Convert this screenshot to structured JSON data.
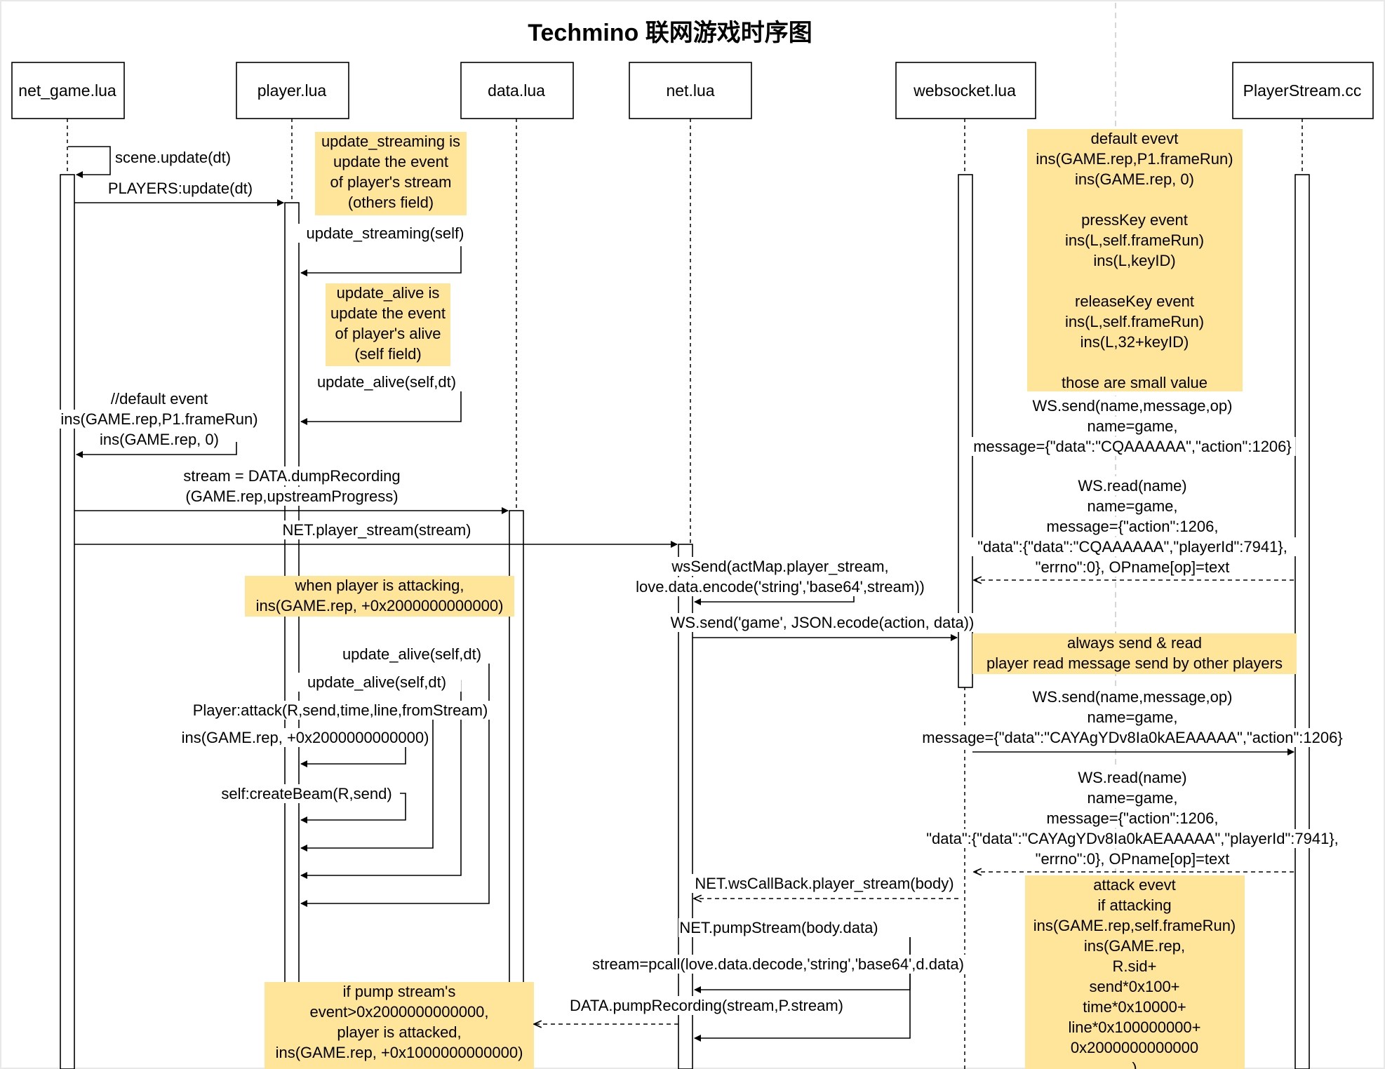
{
  "title": "Techmino 联网游戏时序图",
  "colors": {
    "note": "#FFE599",
    "line": "#000000",
    "background": "#FFFFFF"
  },
  "participants": [
    {
      "id": "p1",
      "name": "net_game.lua"
    },
    {
      "id": "p2",
      "name": "player.lua"
    },
    {
      "id": "p3",
      "name": "data.lua"
    },
    {
      "id": "p4",
      "name": "net.lua"
    },
    {
      "id": "p5",
      "name": "websocket.lua"
    },
    {
      "id": "p6",
      "name": "PlayerStream.cc"
    }
  ],
  "messages": {
    "m01": [
      "scene.update(dt)"
    ],
    "m02": [
      "PLAYERS:update(dt)"
    ],
    "m03": [
      "update_streaming(self)"
    ],
    "m04": [
      "update_alive(self,dt)"
    ],
    "m05": [
      "//default event",
      "ins(GAME.rep,P1.frameRun)",
      "ins(GAME.rep, 0)"
    ],
    "m06": [
      "stream = DATA.dumpRecording",
      "(GAME.rep,upstreamProgress)"
    ],
    "m07": [
      "NET.player_stream(stream)"
    ],
    "m08": [
      "wsSend(actMap.player_stream,",
      "love.data.encode('string','base64',stream))"
    ],
    "m09": [
      "WS.send('game', JSON.ecode(action, data))"
    ],
    "m10": [
      "update_alive(self,dt)"
    ],
    "m11": [
      "update_alive(self,dt)"
    ],
    "m12": [
      "Player:attack(R,send,time,line,fromStream)"
    ],
    "m13": [
      "ins(GAME.rep, +0x2000000000000)"
    ],
    "m14": [
      "self:createBeam(R,send)"
    ],
    "m15": [
      "WS.send(name,message,op)",
      "name=game,",
      "message={\"data\":\"CQAAAAAA\",\"action\":1206}"
    ],
    "m16": [
      "WS.read(name)",
      "name=game,",
      "message={\"action\":1206,",
      "\"data\":{\"data\":\"CQAAAAAA\",\"playerId\":7941},",
      "\"errno\":0}, OPname[op]=text"
    ],
    "m17": [
      "WS.send(name,message,op)",
      "name=game,",
      "message={\"data\":\"CAYAgYDv8Ia0kAEAAAAA\",\"action\":1206}"
    ],
    "m18": [
      "WS.read(name)",
      "name=game,",
      "message={\"action\":1206,",
      "\"data\":{\"data\":\"CAYAgYDv8Ia0kAEAAAAA\",\"playerId\":7941},",
      "\"errno\":0}, OPname[op]=text"
    ],
    "m19": [
      "NET.wsCallBack.player_stream(body)"
    ],
    "m20": [
      "NET.pumpStream(body.data)"
    ],
    "m21": [
      "stream=pcall(love.data.decode,'string','base64',d.data)"
    ],
    "m22": [
      "DATA.pumpRecording(stream,P.stream)"
    ]
  },
  "notes": {
    "n1": [
      "update_streaming is",
      "update the event",
      "of player's stream",
      "(others field)"
    ],
    "n2": [
      "update_alive is",
      "update the event",
      "of player's alive",
      "(self field)"
    ],
    "n3": [
      "when player is attacking,",
      "ins(GAME.rep, +0x2000000000000)"
    ],
    "n4": [
      "if pump stream's",
      "event>0x2000000000000,",
      "player is attacked,",
      "ins(GAME.rep, +0x1000000000000)"
    ],
    "n5": [
      "default evevt",
      "ins(GAME.rep,P1.frameRun)",
      "ins(GAME.rep, 0)",
      "",
      "pressKey event",
      "ins(L,self.frameRun)",
      "ins(L,keyID)",
      "",
      "releaseKey event",
      "ins(L,self.frameRun)",
      "ins(L,32+keyID)",
      "",
      "those are small value"
    ],
    "n6": [
      "always send & read",
      "player read message send by other players"
    ],
    "n7": [
      "attack evevt",
      "if attacking",
      "ins(GAME.rep,self.frameRun)",
      "ins(GAME.rep,",
      "R.sid+",
      "send*0x100+",
      "time*0x10000+",
      "line*0x100000000+",
      "0x2000000000000",
      ")"
    ]
  }
}
